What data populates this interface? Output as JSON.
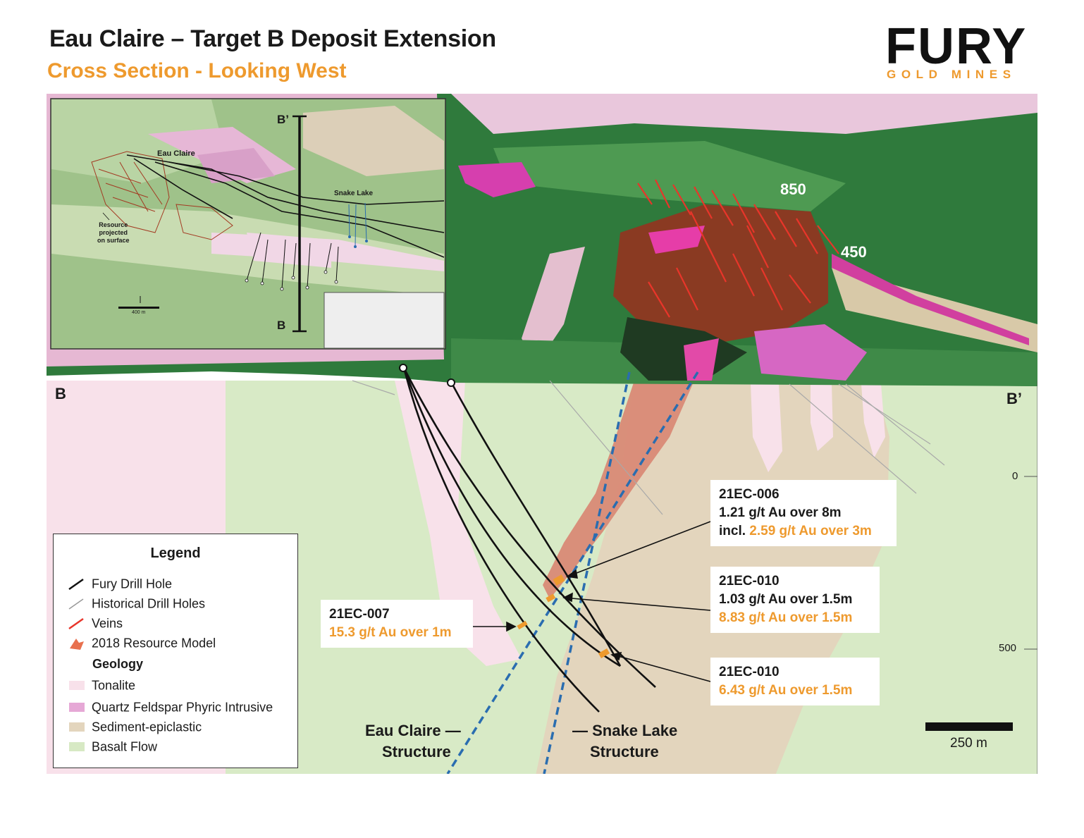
{
  "header": {
    "title": "Eau Claire – Target B Deposit Extension",
    "subtitle": "Cross Section - Looking West"
  },
  "logo": {
    "word": "FURY",
    "tagline": "GOLD MINES"
  },
  "section_labels": {
    "left": "B",
    "right": "B’"
  },
  "level_labels": {
    "upper": "850",
    "lower": "450"
  },
  "depth_axis": {
    "ticks": [
      "0",
      "500"
    ]
  },
  "scale_bar": {
    "label": "250 m"
  },
  "inset": {
    "top_label": "B’",
    "bottom_label": "B",
    "eau_claire": "Eau Claire",
    "snake_lake": "Snake Lake",
    "resource_note": [
      "Resource",
      "projected",
      "on surface"
    ],
    "scale": "400 m"
  },
  "callouts": [
    {
      "id": "21EC-006",
      "lines": [
        "1.21 g/t Au over 8m"
      ],
      "incl_prefix": "incl. ",
      "incl_value": "2.59 g/t Au over 3m"
    },
    {
      "id": "21EC-010",
      "lines": [
        "1.03 g/t Au over 1.5m"
      ],
      "highlight": "8.83 g/t Au over 1.5m"
    },
    {
      "id": "21EC-007",
      "highlight": "15.3 g/t Au over 1m"
    },
    {
      "id": "21EC-010",
      "highlight": "6.43 g/t Au over 1.5m"
    }
  ],
  "structures": {
    "eau_claire": [
      "Eau Claire —",
      "Structure"
    ],
    "snake_lake": [
      "— Snake Lake",
      "Structure"
    ]
  },
  "legend": {
    "title": "Legend",
    "items": [
      {
        "label": "Fury Drill Hole",
        "symbol": "black-line"
      },
      {
        "label": "Historical Drill Holes",
        "symbol": "grey-line"
      },
      {
        "label": "Veins",
        "symbol": "red-line"
      },
      {
        "label": "2018 Resource Model",
        "symbol": "orange-shape"
      }
    ],
    "geology_title": "Geology",
    "geology": [
      {
        "label": "Tonalite",
        "color": "#f8e1ea"
      },
      {
        "label": "Quartz Feldspar Phyric Intrusive",
        "color": "#e6a8d6"
      },
      {
        "label": "Sediment-epiclastic",
        "color": "#e3d5bd"
      },
      {
        "label": "Basalt Flow",
        "color": "#d7e9c4"
      }
    ]
  },
  "colors": {
    "orange": "#ee9a2e",
    "forest": "#2f7a3c",
    "light_green": "#d7e9c4",
    "structure_blue": "#2a6db0"
  }
}
